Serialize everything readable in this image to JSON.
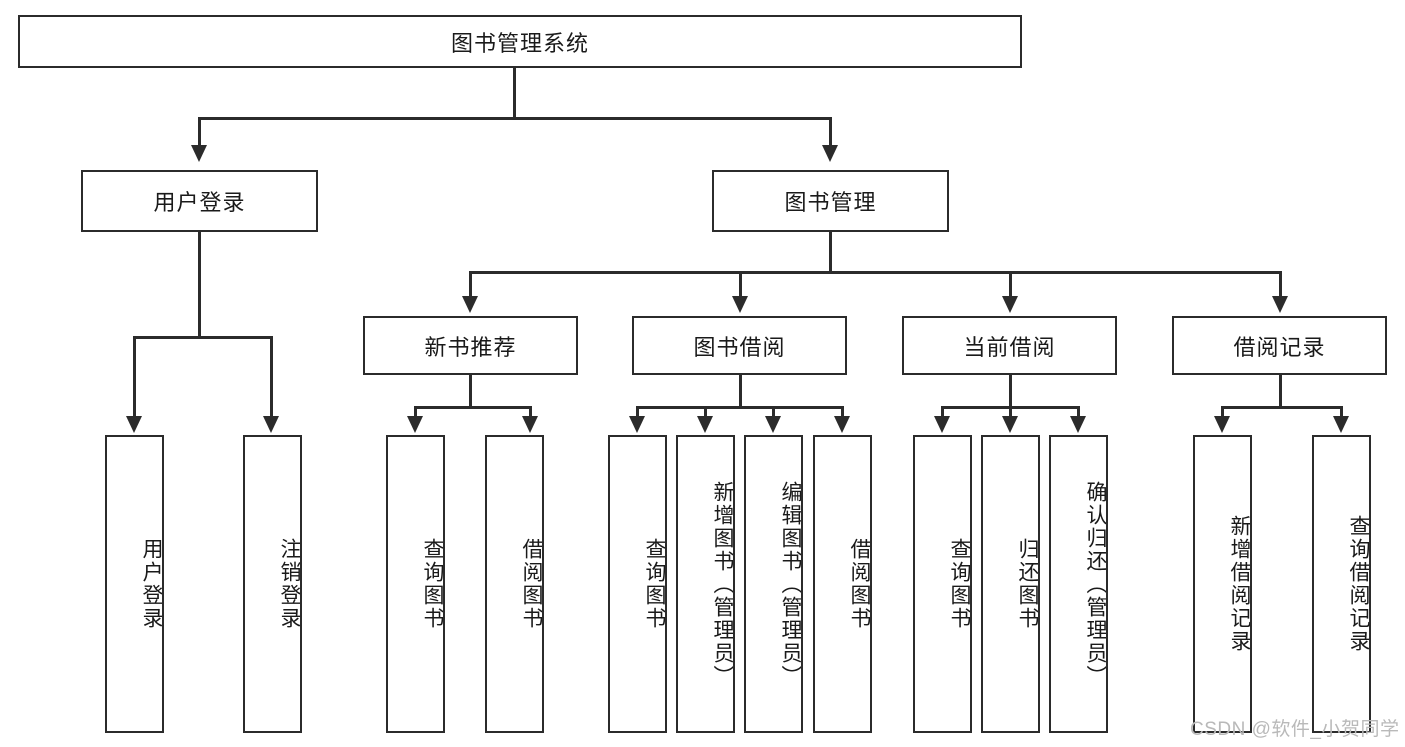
{
  "diagram": {
    "title": "图书管理系统",
    "root": {
      "label": "图书管理系统"
    },
    "level2": [
      {
        "label": "用户登录"
      },
      {
        "label": "图书管理"
      }
    ],
    "level3": [
      {
        "label": "新书推荐"
      },
      {
        "label": "图书借阅"
      },
      {
        "label": "当前借阅"
      },
      {
        "label": "借阅记录"
      }
    ],
    "leaves": {
      "user_login": [
        {
          "label": "用户登录"
        },
        {
          "label": "注销登录"
        }
      ],
      "new_book_recommend": [
        {
          "label": "查询图书"
        },
        {
          "label": "借阅图书"
        }
      ],
      "book_borrow": [
        {
          "label": "查询图书"
        },
        {
          "label": "新增图书（管理员）"
        },
        {
          "label": "编辑图书（管理员）"
        },
        {
          "label": "借阅图书"
        }
      ],
      "current_borrow": [
        {
          "label": "查询图书"
        },
        {
          "label": "归还图书"
        },
        {
          "label": "确认归还（管理员）"
        }
      ],
      "borrow_record": [
        {
          "label": "新增借阅记录"
        },
        {
          "label": "查询借阅记录"
        }
      ]
    }
  },
  "watermark": {
    "text": "CSDN @软件_小贺同学"
  },
  "colors": {
    "stroke": "#2b2b2b",
    "fill": "#ffffff",
    "text": "#1a1a1a",
    "watermark": "#b9b9b9"
  }
}
